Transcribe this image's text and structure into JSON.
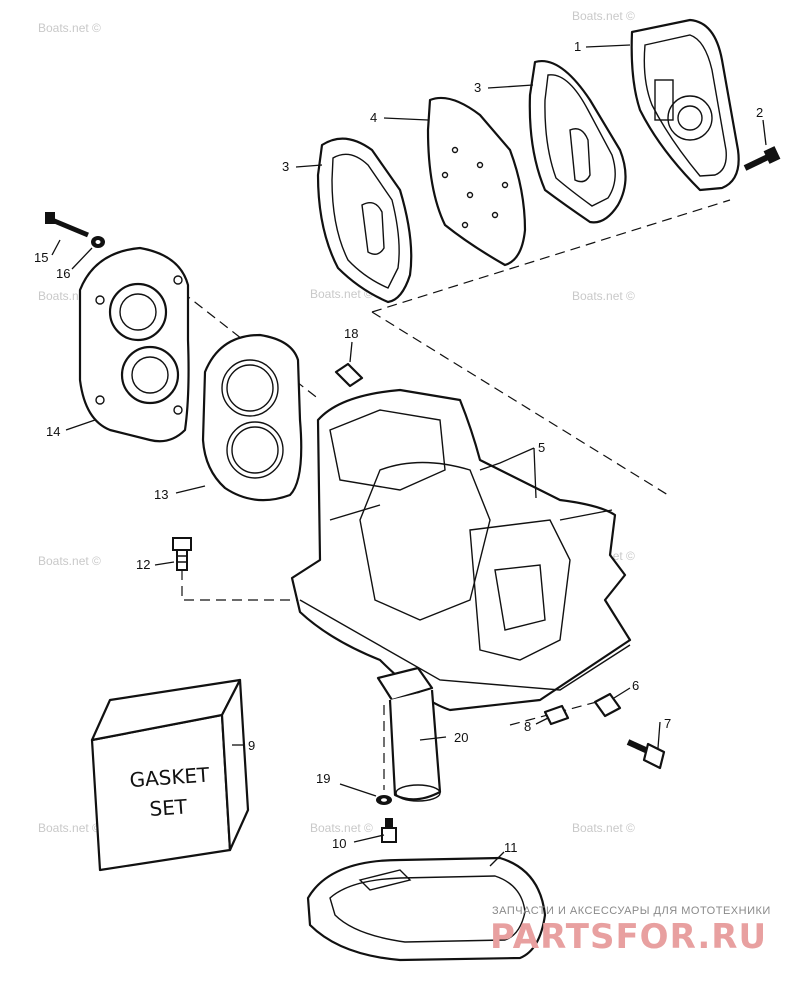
{
  "watermark_text": "Boats.net ©",
  "box_label": {
    "line1": "GASKET",
    "line2": "SET"
  },
  "callouts": {
    "p1": "1",
    "p2": "2",
    "p3a": "3",
    "p3b": "3",
    "p4": "4",
    "p5": "5",
    "p6": "6",
    "p7": "7",
    "p8": "8",
    "p9": "9",
    "p10": "10",
    "p11": "11",
    "p12": "12",
    "p13": "13",
    "p14": "14",
    "p15": "15",
    "p16": "16",
    "p18": "18",
    "p19": "19",
    "p20": "20"
  },
  "footer": {
    "tagline": "ЗАПЧАСТИ И АКСЕССУАРЫ ДЛЯ МОТОТЕХНИКИ",
    "brand": "PARTSFOR.RU"
  }
}
